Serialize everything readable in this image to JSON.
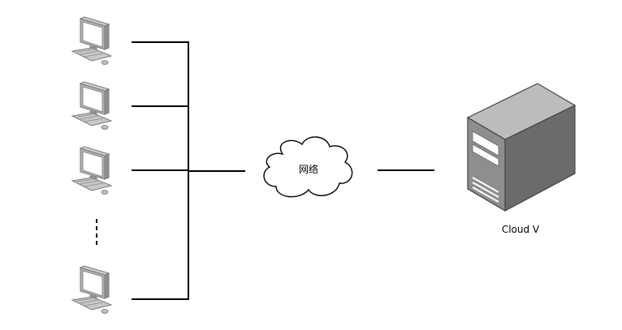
{
  "diagram": {
    "cloud": {
      "label": "网络"
    },
    "server": {
      "label": "Cloud V"
    },
    "clients": [
      {
        "id": "client-1"
      },
      {
        "id": "client-2"
      },
      {
        "id": "client-3"
      },
      {
        "id": "client-4"
      }
    ],
    "ellipsis": "more-clients-indicator",
    "icons": {
      "client": "desktop-computer-icon",
      "cloud": "cloud-icon",
      "server": "server-tower-icon"
    },
    "colors": {
      "line": "#000000",
      "server_front": "#8c8c8c",
      "server_side": "#6e6e6e",
      "server_top": "#b5b5b5",
      "monitor": "#a9a9a9"
    }
  }
}
